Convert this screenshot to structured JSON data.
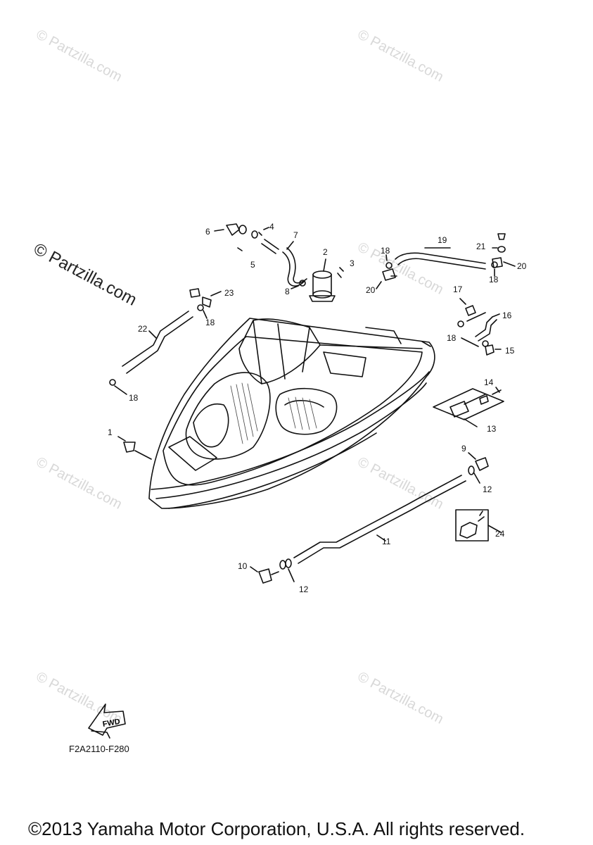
{
  "watermarks": {
    "faint": "© Partzilla.com",
    "dark": "© Partzilla.com"
  },
  "callouts": [
    "1",
    "2",
    "3",
    "4",
    "5",
    "6",
    "7",
    "8",
    "9",
    "10",
    "11",
    "12",
    "12",
    "13",
    "14",
    "15",
    "16",
    "17",
    "18",
    "18",
    "18",
    "18",
    "18",
    "19",
    "20",
    "20",
    "21",
    "22",
    "23",
    "24"
  ],
  "fwd_label": "FWD",
  "diagram_code": "F2A2110-F280",
  "copyright": "©2013 Yamaha Motor Corporation, U.S.A. All rights reserved."
}
